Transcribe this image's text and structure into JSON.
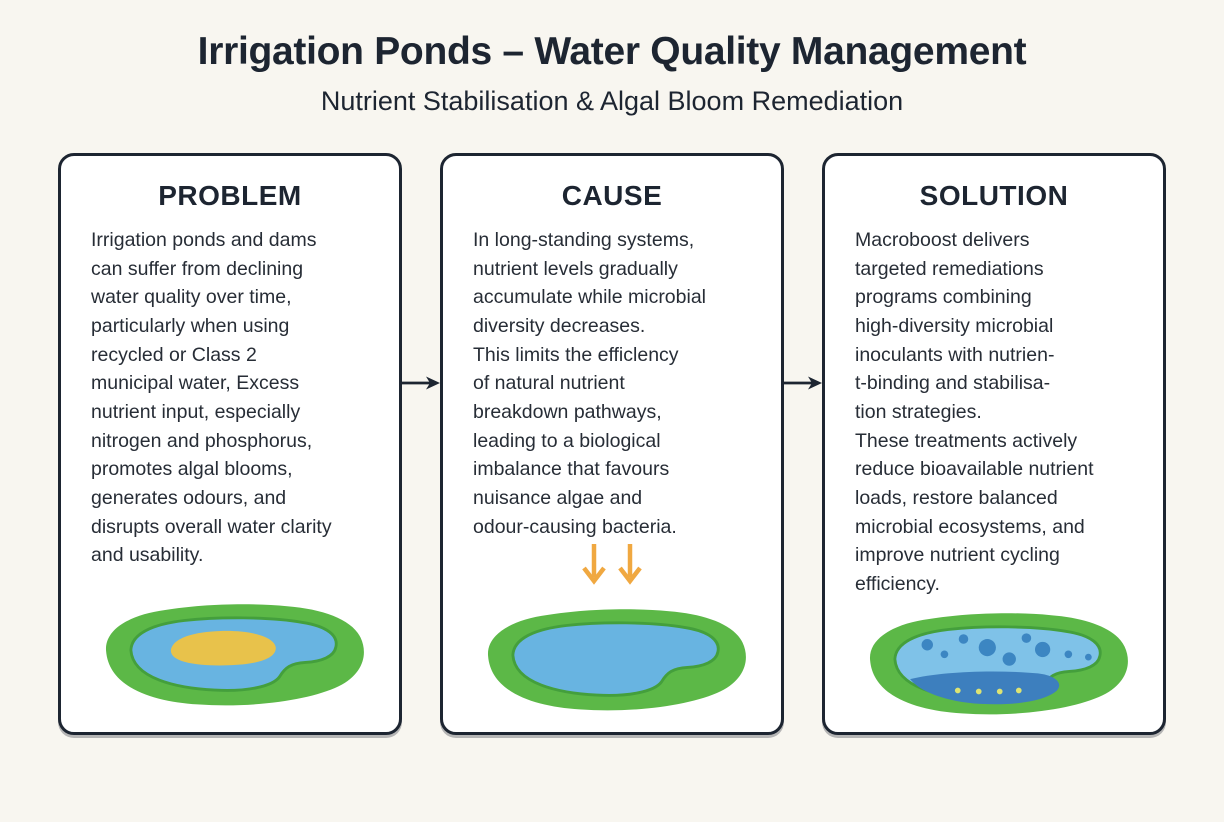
{
  "header": {
    "title": "Irrigation Ponds – Water Quality Management",
    "subtitle": "Nutrient Stabilisation & Algal Bloom Remediation"
  },
  "cards": [
    {
      "heading": "PROBLEM",
      "body": "Irrigation ponds and dams\ncan suffer from declining\nwater quality over time,\nparticularly when using\nrecycled or Class 2\nmunicipal water, Excess\nnutrient input, especially\nnitrogen and phosphorus,\npromotes algal blooms,\ngenerates odours, and\ndisrupts overall water clarity\nand usability.",
      "illustration": "pond-with-algal-bloom"
    },
    {
      "heading": "CAUSE",
      "body": "In long-standing systems,\nnutrient levels gradually\naccumulate while microbial\ndiversity decreases.\nThis limits the efficlency\nof natural nutrient\nbreakdown pathways,\nleading to a biological\nimbalance that favours\nnuisance algae and\nodour-causing bacteria.",
      "illustration": "pond-with-nutrient-input-arrows"
    },
    {
      "heading": "SOLUTION",
      "body": "Macroboost delivers\ntargeted remediations\nprograms combining\nhigh-diversity microbial\ninoculants with nutrien-\nt-binding and stabilisa-\ntion strategies.\nThese treatments actively\nreduce bioavailable nutrient\nloads, restore balanced\nmicrobial ecosystems, and\nimprove nutrient cycling\nefficiency.",
      "illustration": "pond-with-microbial-treatment"
    }
  ],
  "connectors": [
    {
      "icon": "right-arrow-icon"
    },
    {
      "icon": "right-arrow-icon"
    }
  ],
  "colors": {
    "background": "#f8f6f0",
    "card_background": "#ffffff",
    "ink": "#1d2531",
    "body_text": "#272d36",
    "grass_green": "#5cb847",
    "pond_outline": "#449f3c",
    "pond_blue": "#68b4e1",
    "pond_blue_light": "#7fc2e8",
    "pond_blue_deep": "#3d7fbe",
    "algal_yellow": "#e8c24b",
    "nutrient_arrow_orange": "#f0a841",
    "treatment_dot_blue": "#3c86c2",
    "treatment_dot_yellow": "#dde473"
  }
}
